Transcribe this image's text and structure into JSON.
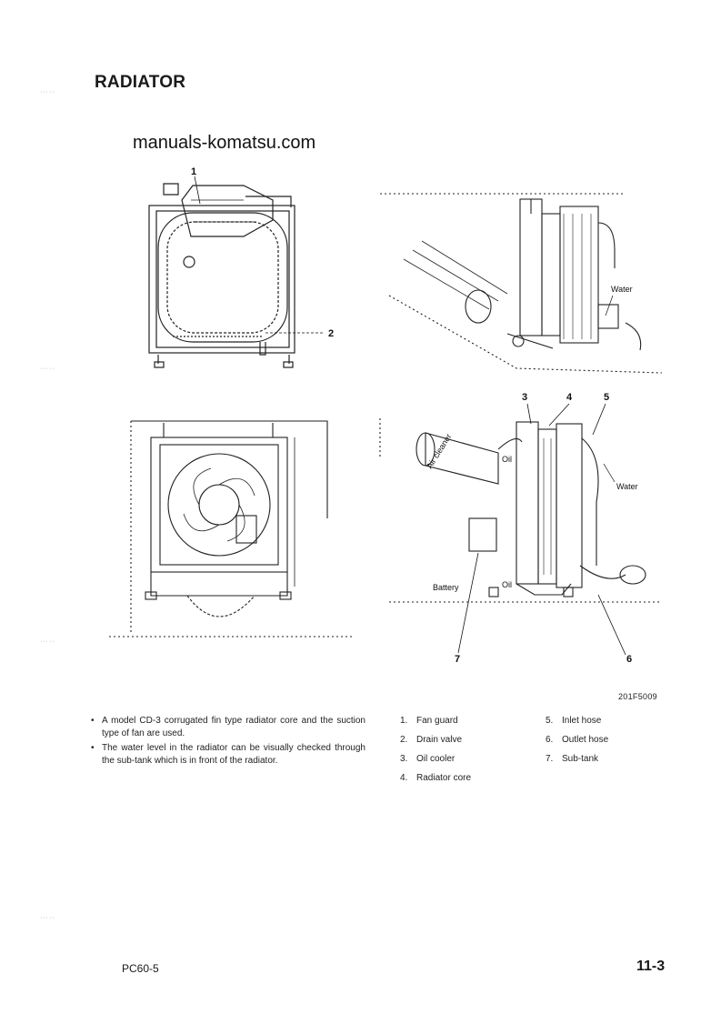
{
  "header": {
    "title": "RADIATOR"
  },
  "watermark": "manuals-komatsu.com",
  "figure": {
    "callouts": [
      "1",
      "2",
      "3",
      "4",
      "5",
      "6",
      "7"
    ],
    "labels": {
      "water_top": "Water",
      "water_right": "Water",
      "oil_top": "Oil",
      "oil_bottom": "Oil",
      "air_cleaner": "Air cleaner",
      "battery": "Battery"
    },
    "code": "201F5009"
  },
  "description": [
    "A model CD-3 corrugated fin type radiator core and the suction type of fan are used.",
    "The water level in the radiator can be visually checked through the sub-tank which is in front of the radiator."
  ],
  "legend": [
    {
      "num": "1.",
      "text": "Fan guard"
    },
    {
      "num": "2.",
      "text": "Drain valve"
    },
    {
      "num": "3.",
      "text": "Oil cooler"
    },
    {
      "num": "4.",
      "text": "Radiator core"
    },
    {
      "num": "5.",
      "text": "Inlet hose"
    },
    {
      "num": "6.",
      "text": "Outlet hose"
    },
    {
      "num": "7.",
      "text": "Sub-tank"
    }
  ],
  "footer": {
    "model": "PC60-5",
    "page": "11-3"
  }
}
